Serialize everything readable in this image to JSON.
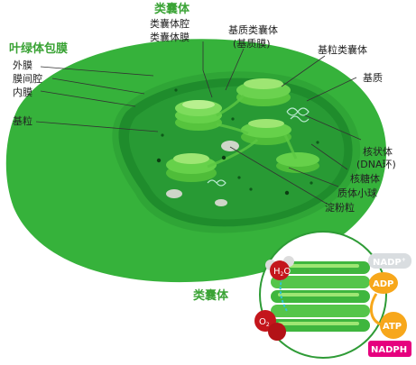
{
  "labels": {
    "thylakoid_top": "类囊体",
    "thylakoid_lumen": "类囊体腔",
    "thylakoid_membrane": "类囊体膜",
    "stroma_thylakoid": "基质类囊体",
    "stroma_thylakoid_sub": "(基质膜)",
    "granum_thylakoid": "基粒类囊体",
    "chloroplast_envelope": "叶绿体包膜",
    "outer_membrane": "外膜",
    "intermembrane_space": "膜间腔",
    "inner_membrane": "内膜",
    "granum": "基粒",
    "stroma": "基质",
    "nucleoid": "核状体",
    "nucleoid_sub": "(DNA环)",
    "ribosome": "核糖体",
    "plastoglobule": "质体小球",
    "starch_granule": "淀粉粒",
    "thylakoid_inset": "类囊体"
  },
  "inset": {
    "h2o": "H",
    "h2o_sub": "2",
    "h2o_o": "O",
    "o2": "O",
    "o2_sub": "2",
    "nadp_plus": "NADP",
    "nadp_plus_sup": "+",
    "adp": "ADP",
    "atp": "ATP",
    "nadph": "NADPH"
  },
  "colors": {
    "outer_green": "#35b23a",
    "inner_green": "#1d8e2a",
    "stroma_green": "#2a9d36",
    "granum_green": "#56c43d",
    "label_green": "#3aa335",
    "water_red": "#c4161c",
    "adp_orange": "#f7a71b",
    "nadph_pink": "#e6007e"
  }
}
